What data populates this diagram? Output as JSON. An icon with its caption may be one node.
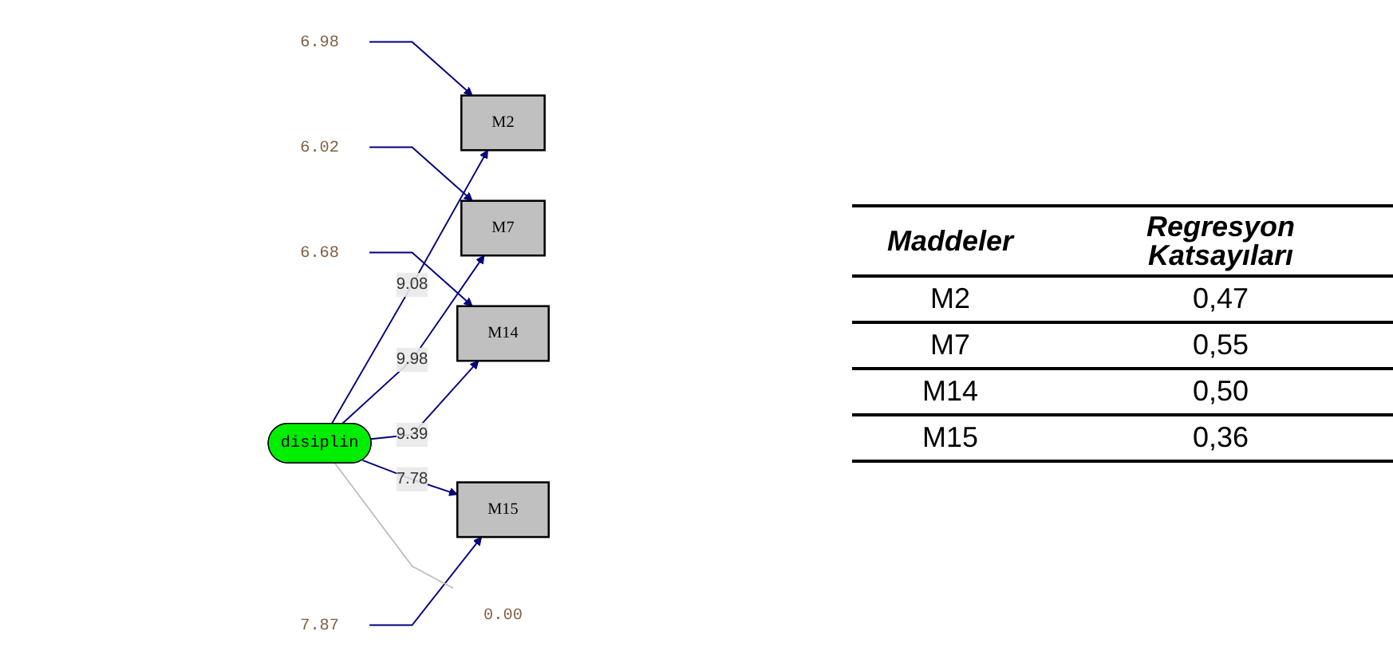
{
  "diagram": {
    "nodes": [
      {
        "text": [
          "6.98"
        ]
      },
      {
        "text": [
          "M2"
        ]
      },
      {
        "text": [
          "6.02"
        ]
      },
      {
        "text": [
          "M7"
        ]
      },
      {
        "text": [
          "6.68"
        ]
      },
      {
        "text": [
          "M14"
        ]
      },
      {
        "text": [
          "7.87"
        ]
      },
      {
        "text": [
          "M15"
        ]
      },
      {
        "text": [
          "disiplin"
        ]
      },
      {
        "text": [
          "0.00"
        ]
      }
    ],
    "edges": [
      {
        "from": 0,
        "to": 1,
        "arrow": "to"
      },
      {
        "from": 2,
        "to": 3,
        "arrow": "to"
      },
      {
        "from": 4,
        "to": 5,
        "arrow": "to"
      },
      {
        "from": 6,
        "to": 7,
        "arrow": "to"
      },
      {
        "from": 8,
        "to": 1,
        "arrow": "to",
        "label": "9.08"
      },
      {
        "from": 8,
        "to": 3,
        "arrow": "to",
        "label": "9.98"
      },
      {
        "from": 8,
        "to": 5,
        "arrow": "to",
        "label": "9.39"
      },
      {
        "from": 8,
        "to": 7,
        "arrow": "to",
        "label": "7.78"
      },
      {
        "from": 8,
        "to": 9,
        "arrow": "none",
        "color": "#c0c0c0"
      }
    ],
    "labels": [
      "Maddeler",
      "Regresyon Katsayıları",
      "M2",
      "0,47",
      "M7",
      "0,55",
      "M14",
      "0,50",
      "M15",
      "0,36"
    ]
  }
}
